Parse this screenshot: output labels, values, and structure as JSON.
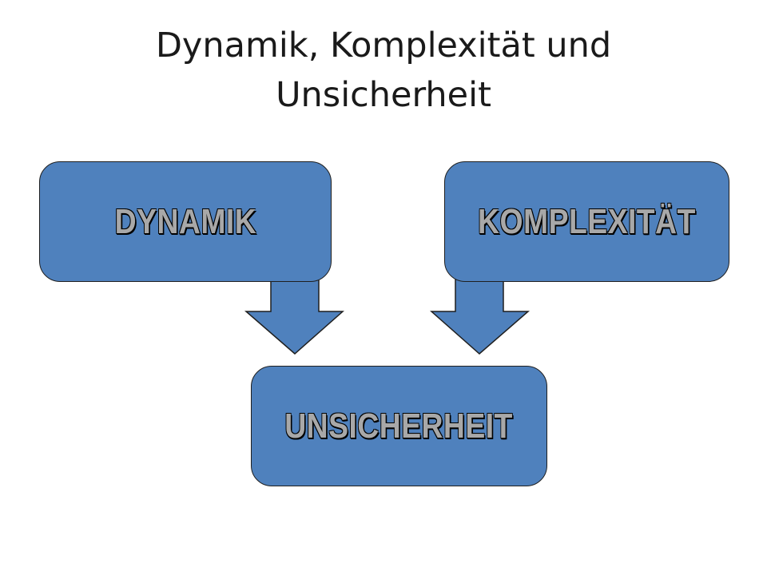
{
  "slide": {
    "title_line1": "Dynamik, Komplexität und",
    "title_line2": "Unsicherheit"
  },
  "nodes": {
    "dynamik": "DYNAMIK",
    "komplexitaet": "KOMPLEXITÄT",
    "unsicherheit": "UNSICHERHEIT"
  },
  "colors": {
    "box_fill": "#4f81bd",
    "arrow_fill": "#4f81bd",
    "box_text": "#a8a8a8",
    "outline": "#1f1f1f"
  },
  "icons": {
    "arrow_left": "down-arrow-icon",
    "arrow_right": "down-arrow-icon"
  }
}
